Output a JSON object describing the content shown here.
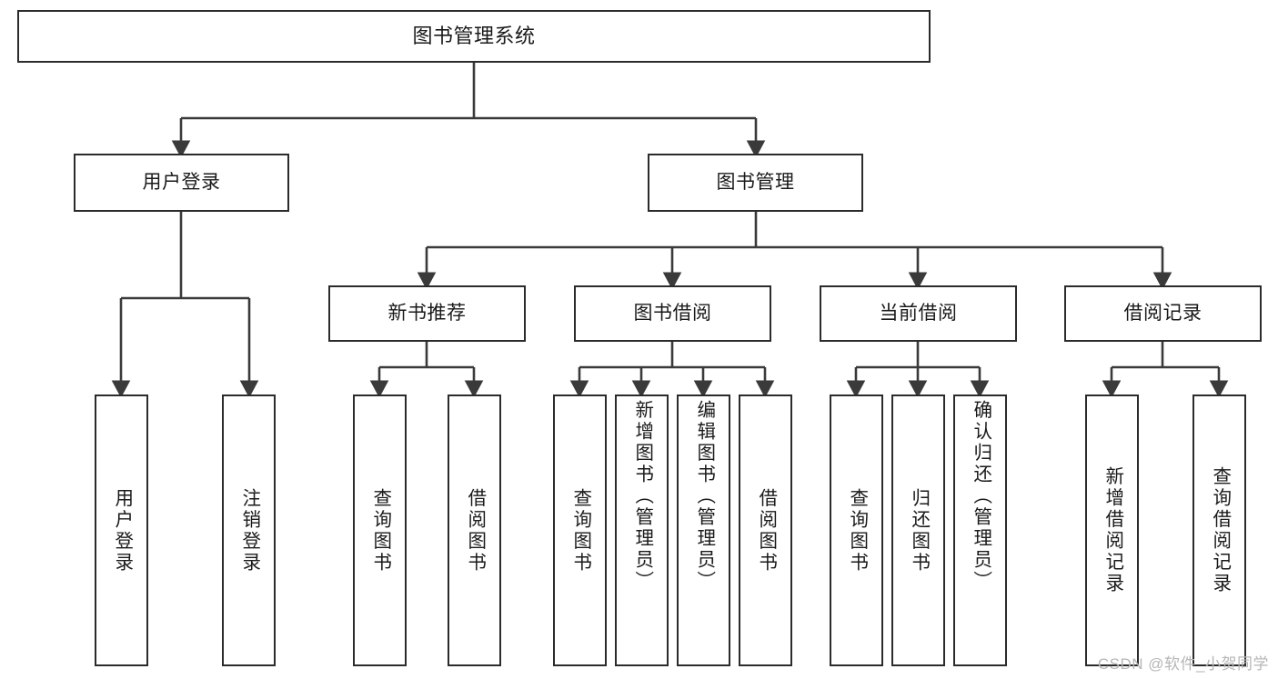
{
  "diagram": {
    "title": "图书管理系统",
    "type": "tree-hierarchy-diagram",
    "colors": {
      "box_border": "#2b2b2b",
      "box_fill": "#ffffff",
      "edge": "#3a3a3a",
      "text": "#1a1a1a",
      "watermark": "#b6b6b6"
    },
    "root": {
      "label": "图书管理系统"
    },
    "level2": [
      {
        "label": "用户登录"
      },
      {
        "label": "图书管理"
      }
    ],
    "level3": [
      {
        "label": "新书推荐"
      },
      {
        "label": "图书借阅"
      },
      {
        "label": "当前借阅"
      },
      {
        "label": "借阅记录"
      }
    ],
    "leaves": {
      "user_login": [
        {
          "label": "用户登录"
        },
        {
          "label": "注销登录"
        }
      ],
      "new_book_recommend": [
        {
          "label": "查询图书"
        },
        {
          "label": "借阅图书"
        }
      ],
      "book_borrow": [
        {
          "label": "查询图书"
        },
        {
          "label": "新增图书（管理员）"
        },
        {
          "label": "编辑图书（管理员）"
        },
        {
          "label": "借阅图书"
        }
      ],
      "current_borrow": [
        {
          "label": "查询图书"
        },
        {
          "label": "归还图书"
        },
        {
          "label": "确认归还（管理员）"
        }
      ],
      "borrow_record": [
        {
          "label": "新增借阅记录"
        },
        {
          "label": "查询借阅记录"
        }
      ]
    }
  },
  "watermark": {
    "text": "CSDN @软件_小贺同学"
  }
}
